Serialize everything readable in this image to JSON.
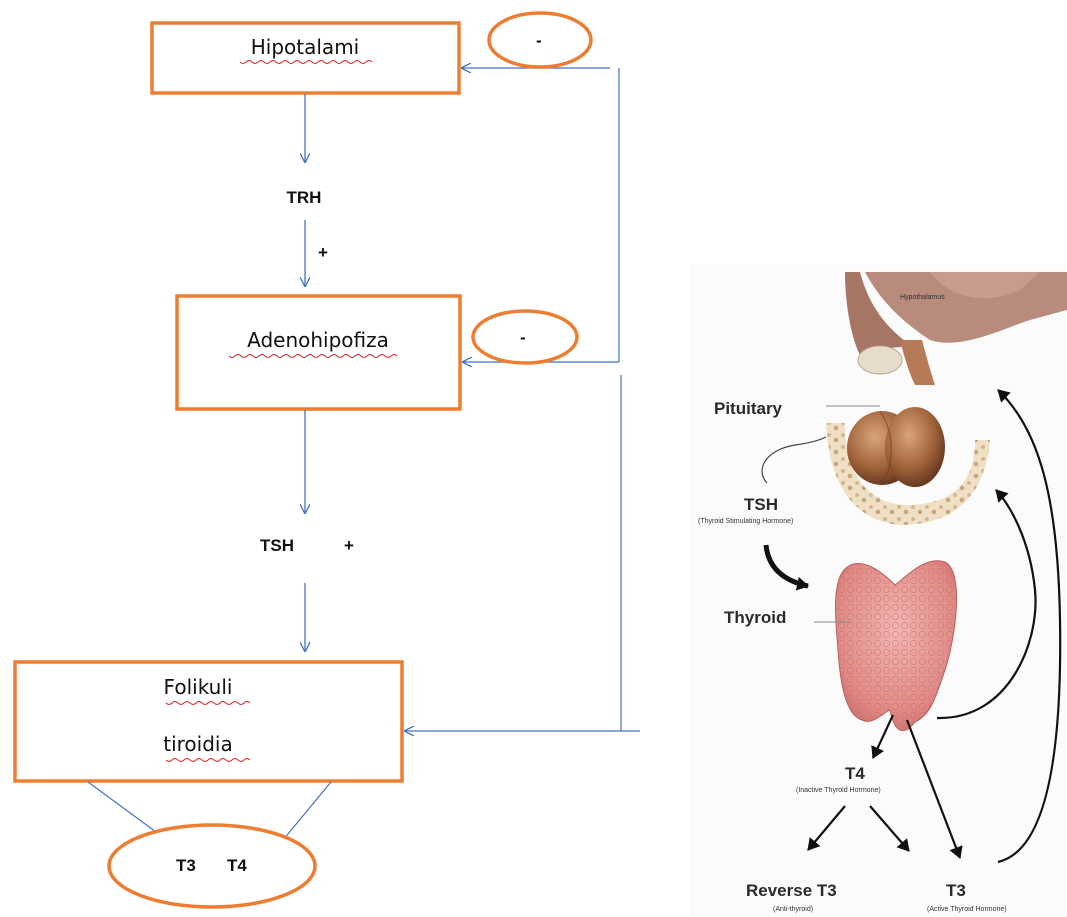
{
  "flow": {
    "hypothalamus_box": "Hipotalami",
    "trh_label": "TRH",
    "trh_sign": "+",
    "adeno_box": "Adenohipofiza",
    "tsh_label": "TSH",
    "tsh_sign": "+",
    "follicle_box_line1": "Folikuli",
    "follicle_box_line2": "tiroidia",
    "hormones_oval_t3": "T3",
    "hormones_oval_t4": "T4",
    "feedback_sign_top": "-",
    "feedback_sign_mid": "-"
  },
  "figure": {
    "hypothalamus_label": "Hypothalamus",
    "pituitary_label": "Pituitary",
    "tsh_label": "TSH",
    "tsh_sub": "(Thyroid Stimulating Hormone)",
    "thyroid_label": "Thyroid",
    "t4_label": "T4",
    "t4_sub": "(Inactive Thyroid Hormone)",
    "reverse_t3_label": "Reverse T3",
    "reverse_t3_sub": "(Anti-thyroid)",
    "t3_label": "T3",
    "t3_sub": "(Active Thyroid Hormone)"
  },
  "colors": {
    "box_border": "#ed7d31",
    "arrow": "#4472c4"
  }
}
